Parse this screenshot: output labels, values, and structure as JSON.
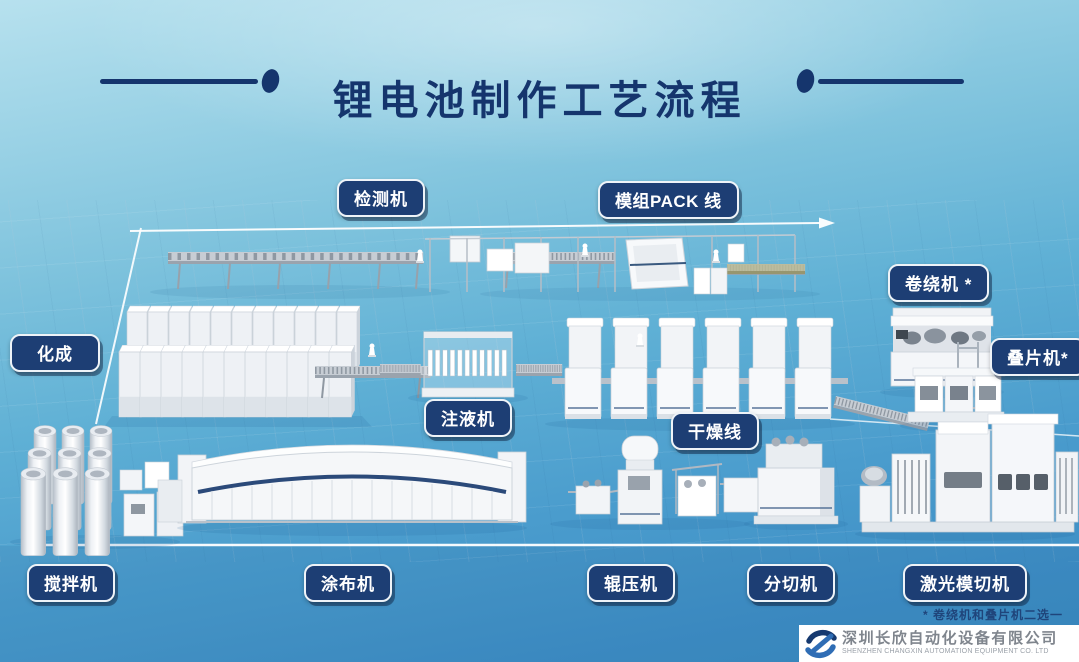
{
  "title": "锂电池制作工艺流程",
  "labels": [
    {
      "text": "检测机"
    },
    {
      "text": "模组PACK 线"
    },
    {
      "text": "卷绕机 *"
    },
    {
      "text": "化成"
    },
    {
      "text": "叠片机*"
    },
    {
      "text": "注液机"
    },
    {
      "text": "干燥线"
    },
    {
      "text": "搅拌机"
    },
    {
      "text": "涂布机"
    },
    {
      "text": "辊压机"
    },
    {
      "text": "分切机"
    },
    {
      "text": "激光模切机"
    }
  ],
  "footnote": "* 卷绕机和叠片机二选一",
  "company": {
    "name_cn": "深圳长欣自动化设备有限公司",
    "name_en": "SHENZHEN CHANGXIN AUTOMATION EQUIPMENT CO. LTD"
  },
  "colors": {
    "label_bg": "#1d3e74",
    "title_text": "#15356d",
    "background_top": "#b7e1ee",
    "background_bottom": "#3a89bf",
    "logo_dark": "#16396f",
    "logo_light": "#2f6db5"
  }
}
